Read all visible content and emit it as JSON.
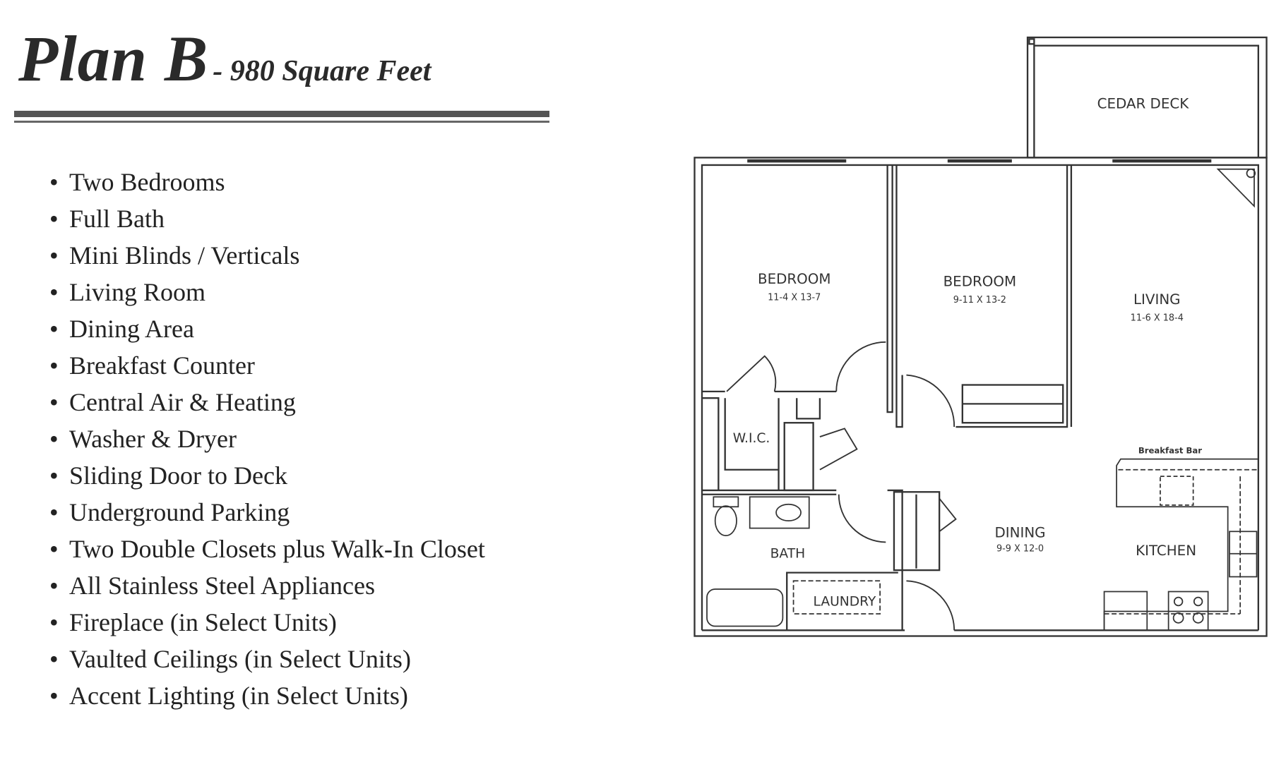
{
  "header": {
    "title": "Plan B",
    "subtitle": "- 980 Square Feet"
  },
  "features": [
    "Two Bedrooms",
    "Full Bath",
    "Mini Blinds / Verticals",
    "Living Room",
    "Dining Area",
    "Breakfast Counter",
    "Central Air & Heating",
    "Washer & Dryer",
    "Sliding Door to Deck",
    "Underground Parking",
    "Two Double Closets plus Walk-In Closet",
    "All Stainless Steel Appliances",
    "Fireplace (in Select Units)",
    "Vaulted Ceilings (in Select Units)",
    "Accent Lighting (in Select Units)"
  ],
  "floorplan": {
    "cedar_deck": "CEDAR  DECK",
    "bedroom1": {
      "label": "BEDROOM",
      "dims": "11-4 X 13-7"
    },
    "bedroom2": {
      "label": "BEDROOM",
      "dims": "9-11 X 13-2"
    },
    "living": {
      "label": "LIVING",
      "dims": "11-6 X 18-4"
    },
    "dining": {
      "label": "DINING",
      "dims": "9-9 X 12-0"
    },
    "kitchen": "KITCHEN",
    "breakfast_bar": "Breakfast Bar",
    "bath": "BATH",
    "laundry": "LAUNDRY",
    "wic": "W.I.C."
  }
}
